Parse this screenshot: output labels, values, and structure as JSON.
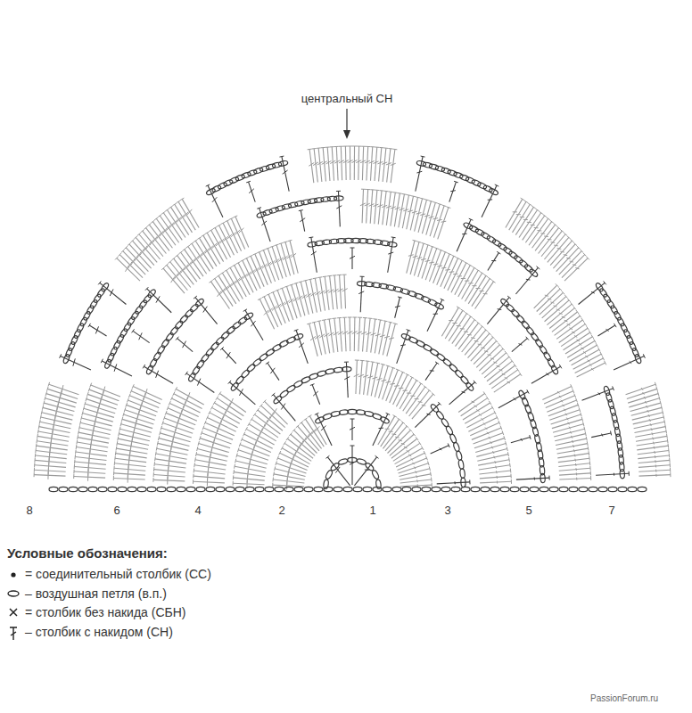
{
  "diagram": {
    "labels": [
      "центральный СН",
      "8",
      "6",
      "4",
      "2",
      "1",
      "3",
      "5",
      "7",
      "Условные обозначения:",
      "PassionForum.ru"
    ],
    "legend": [
      {
        "text": "= соединительный столбик (СС)"
      },
      {
        "text": "– воздушная петля (в.п.)"
      },
      {
        "text": "= столбик без накида (СБН)"
      },
      {
        "text": "– столбик с накидом (СН)"
      }
    ]
  }
}
